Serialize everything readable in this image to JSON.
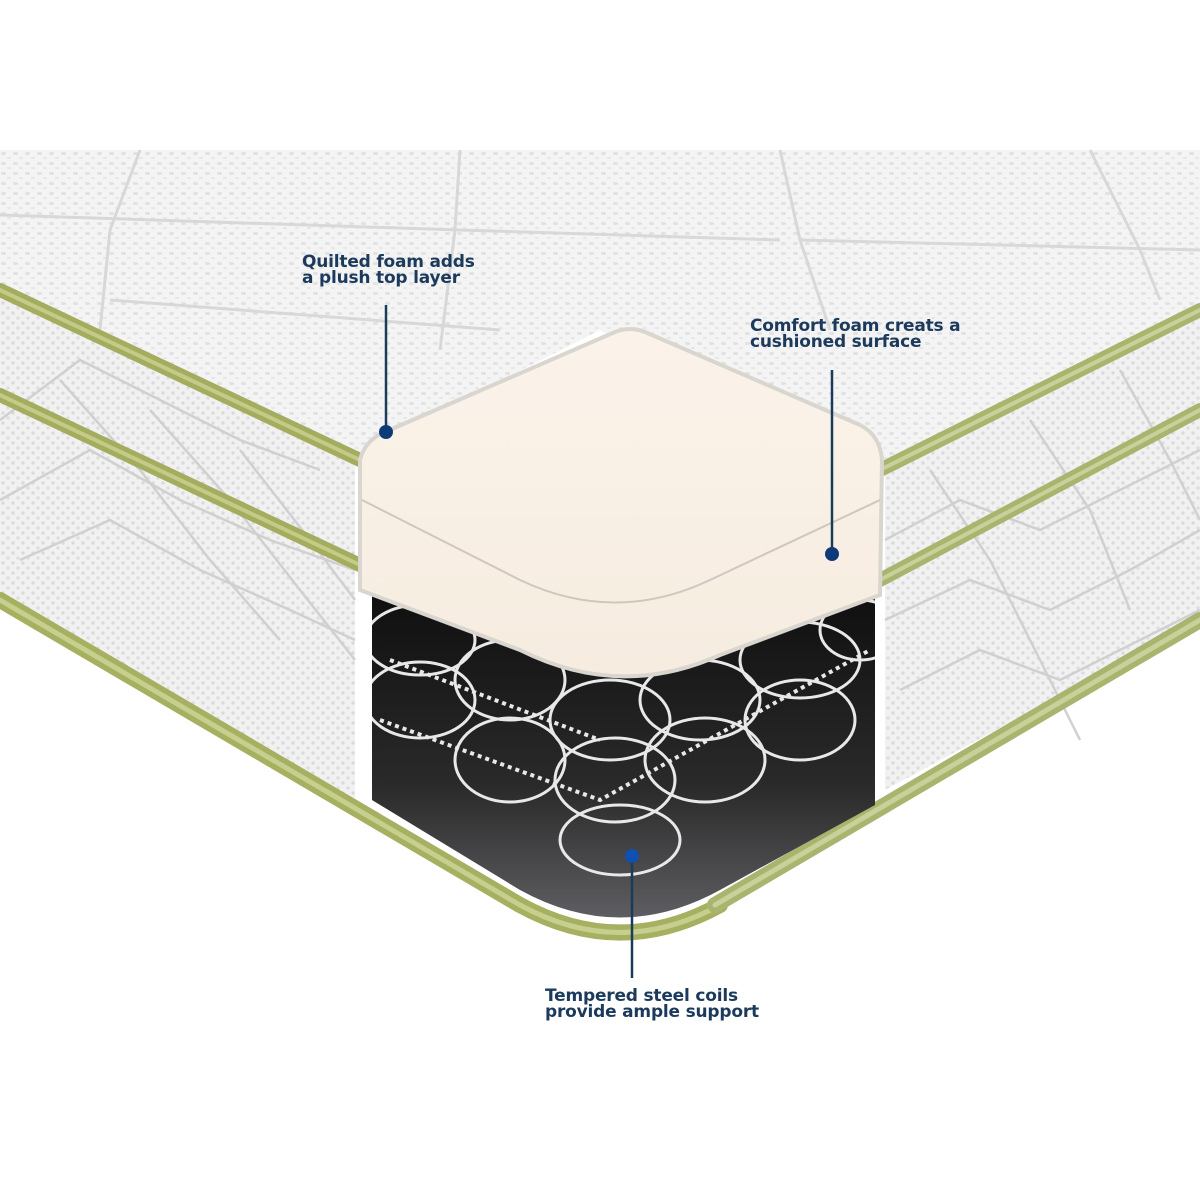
{
  "image": {
    "subject": "Mattress corner cutaway showing internal layers",
    "background_color": "#ffffff",
    "colors": {
      "quilt_fabric": "#f2f2f2",
      "piping_green": "#a9b46a",
      "foam_layer": "#f9efe3",
      "coil_background": "#1a1a1a",
      "coil_wire": "#e6e6e6",
      "callout_color": "#1b3a5c",
      "callout_dot": "#0d3b78"
    }
  },
  "callouts": [
    {
      "id": "quilted-foam",
      "line1": "Quilted foam adds",
      "line2": "a plush top layer"
    },
    {
      "id": "comfort-foam",
      "line1": "Comfort foam creats a",
      "line2": "cushioned surface"
    },
    {
      "id": "steel-coils",
      "line1": "Tempered steel coils",
      "line2": "provide ample support"
    }
  ]
}
